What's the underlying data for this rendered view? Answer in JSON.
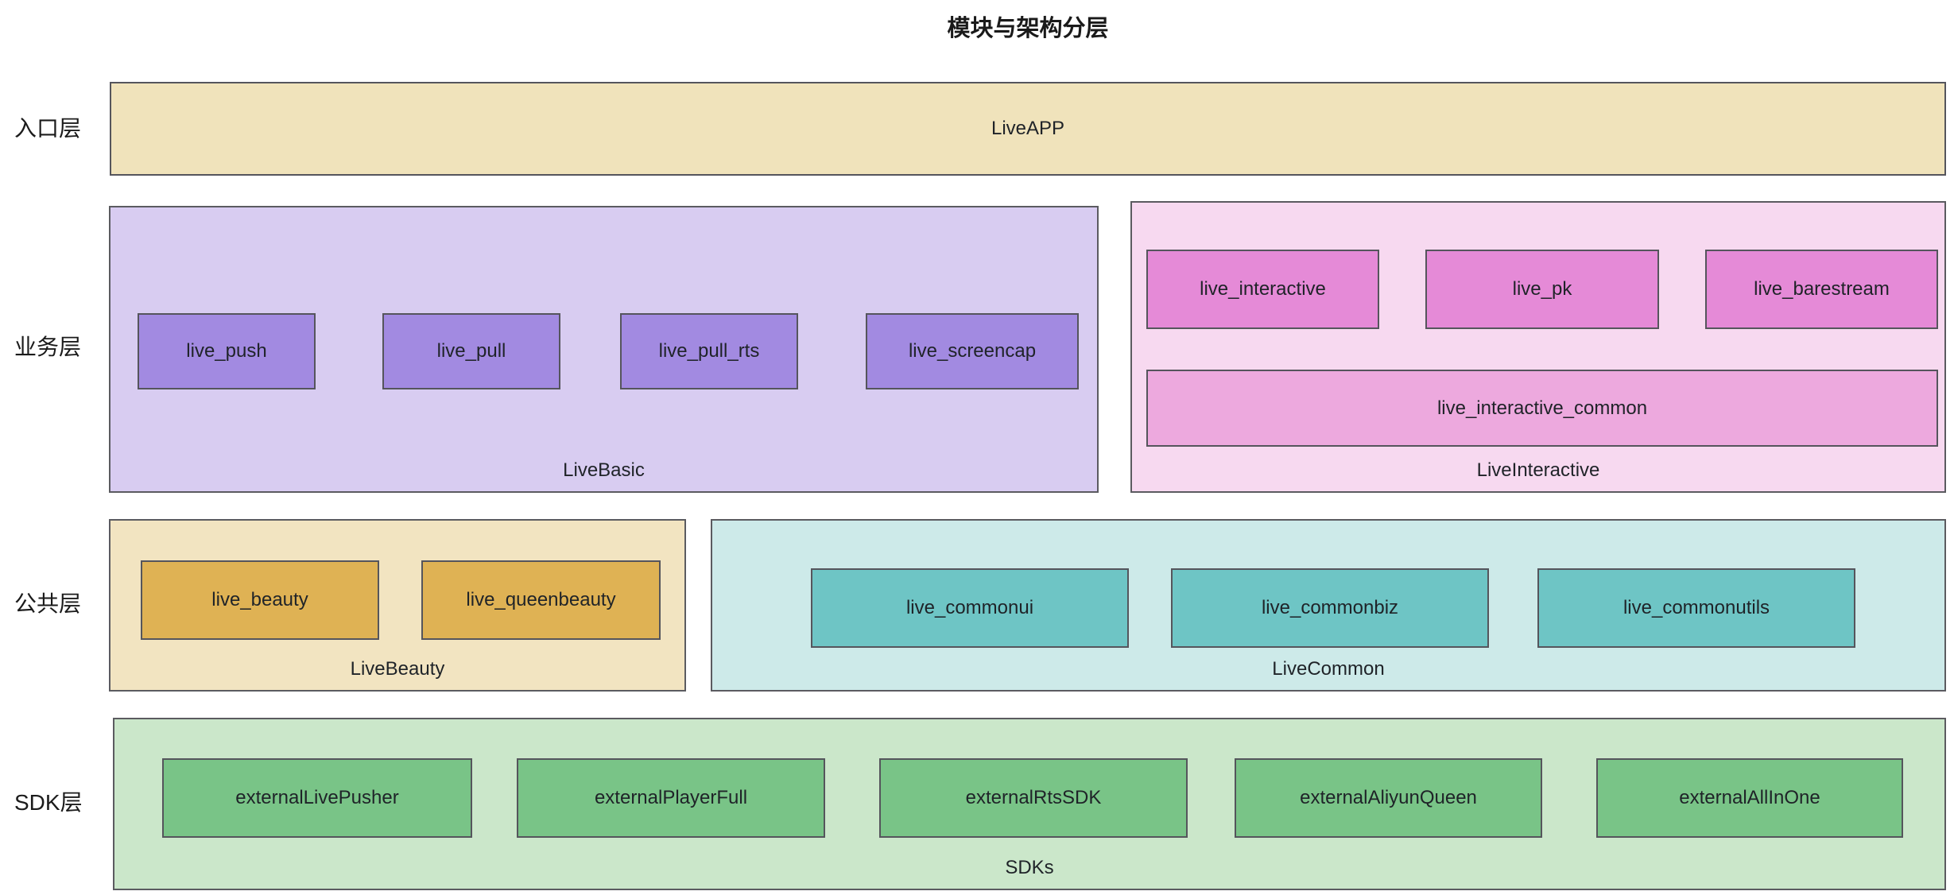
{
  "title": "模块与架构分层",
  "layer_labels": {
    "entry": "入口层",
    "business": "业务层",
    "common": "公共层",
    "sdk": "SDK层"
  },
  "entry_layer": {
    "liveapp": "LiveAPP"
  },
  "business_layer": {
    "livebasic": {
      "label": "LiveBasic",
      "modules": [
        "live_push",
        "live_pull",
        "live_pull_rts",
        "live_screencap"
      ]
    },
    "liveinteractive": {
      "label": "LiveInteractive",
      "modules": [
        "live_interactive",
        "live_pk",
        "live_barestream"
      ],
      "wide_module": "live_interactive_common"
    }
  },
  "common_layer": {
    "livebeauty": {
      "label": "LiveBeauty",
      "modules": [
        "live_beauty",
        "live_queenbeauty"
      ]
    },
    "livecommon": {
      "label": "LiveCommon",
      "modules": [
        "live_commonui",
        "live_commonbiz",
        "live_commonutils"
      ]
    }
  },
  "sdk_layer": {
    "sdks": {
      "label": "SDKs",
      "modules": [
        "externalLivePusher",
        "externalPlayerFull",
        "externalRtsSDK",
        "externalAliyunQueen",
        "externalAllInOne"
      ]
    }
  },
  "colors": {
    "entry_fill": "#f0e3bb",
    "beauty_container_fill": "#f2e4c1",
    "beauty_node_fill": "#dfb254",
    "basic_container_fill": "#d8ccf1",
    "basic_node_fill": "#a28ae1",
    "interactive_container_fill": "#f7d9f0",
    "interactive_node_fill": "#e58ad7",
    "interactive_common_node_fill": "#eda9de",
    "common_container_fill": "#cdeae9",
    "common_node_fill": "#6ec5c5",
    "sdk_container_fill": "#cbe7ca",
    "sdk_node_fill": "#79c487",
    "border": "#5b5b60",
    "text": "#1f2328",
    "background": "#ffffff"
  }
}
